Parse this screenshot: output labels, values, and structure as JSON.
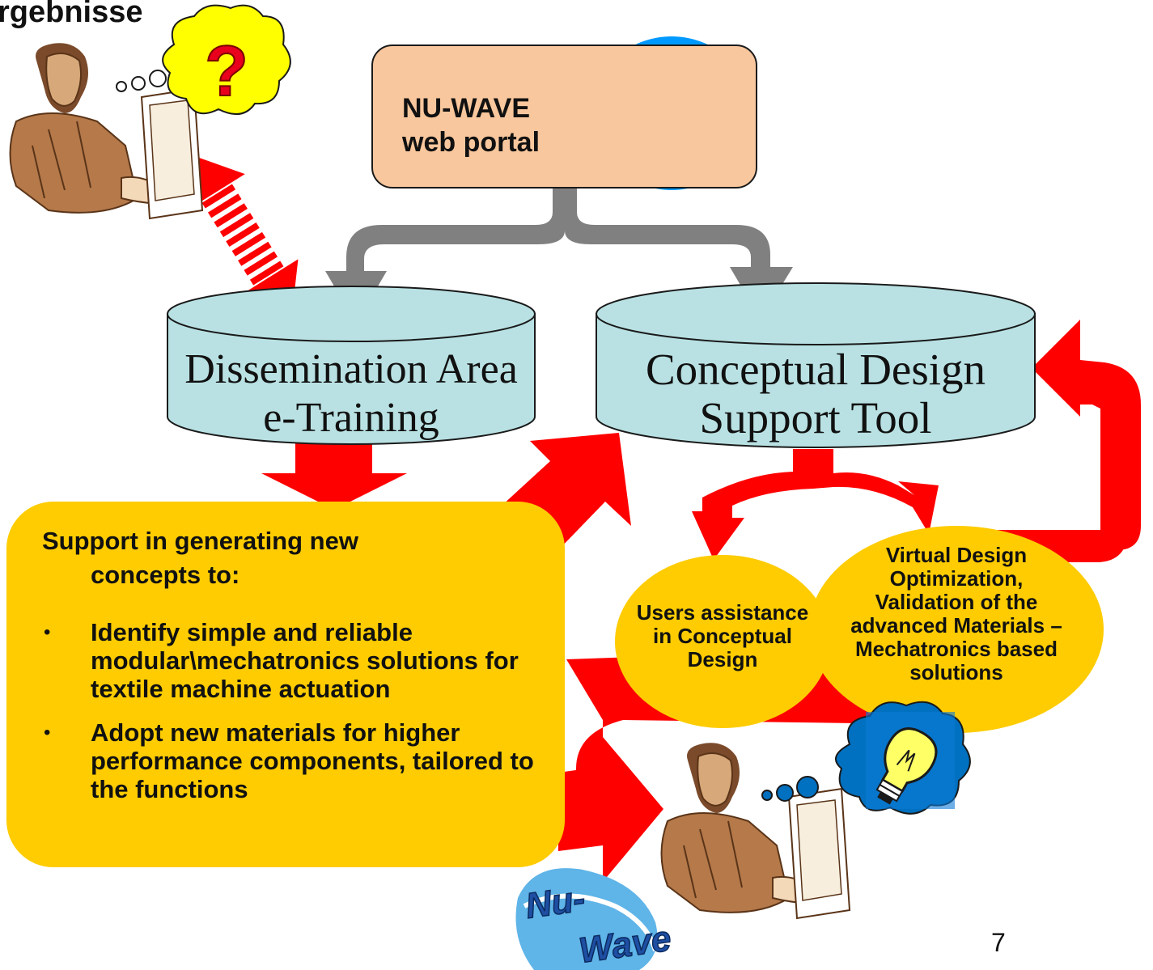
{
  "slide": {
    "title": "rgebnisse",
    "page_number": "7"
  },
  "portal": {
    "line1": "NU-WAVE",
    "line2": "web portal"
  },
  "dissemination": {
    "line1": "Dissemination Area",
    "line2": "e-Training"
  },
  "conceptual_tool": {
    "line1": "Conceptual Design",
    "line2": "Support Tool"
  },
  "support": {
    "heading_line1": "Support in generating new",
    "heading_line2": "concepts to:",
    "bullets": [
      "Identify simple and reliable modular\\mechatronics solutions for textile machine actuation",
      "Adopt new materials for higher performance components, tailored to the functions"
    ]
  },
  "users_assistance": {
    "lines": [
      "Users assistance",
      "in Conceptual",
      "Design"
    ]
  },
  "virtual_design": {
    "lines": [
      "Virtual Design",
      "Optimization,",
      "Validation of the",
      "advanced Materials –",
      "Mechatronics based",
      "solutions"
    ]
  },
  "question_bubble": {
    "symbol": "?"
  },
  "logo": {
    "line1": "Nu-",
    "line2": "Wave"
  },
  "colors": {
    "arrow_red": "#ff0000",
    "arrow_grey": "#808080",
    "cylinder_fill": "#b9e1e3",
    "portal_fill": "#f9c79d",
    "support_fill": "#fecc00",
    "ellipse_fill": "#fecc00",
    "thought_yellow": "#ffff00",
    "thought_blue": "#0070c0",
    "question_red": "#e8001c",
    "monitor_blue": "#0099ff"
  },
  "icons": [
    "person-at-computer-icon",
    "question-thought-bubble-icon",
    "computer-icon",
    "lightbulb-thought-bubble-icon",
    "nu-wave-logo"
  ]
}
